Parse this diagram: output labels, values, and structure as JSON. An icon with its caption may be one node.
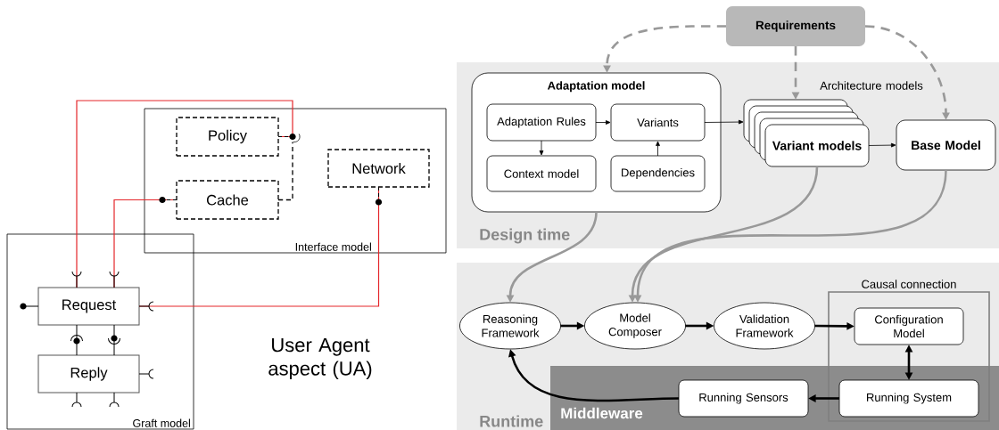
{
  "diagram": {
    "nodes": [
      {
        "text": [
          "Interface model"
        ]
      },
      {
        "text": [
          "Graft model"
        ]
      },
      {
        "text": [
          "Policy"
        ],
        "in": 0
      },
      {
        "text": [
          "Cache"
        ],
        "in": 0
      },
      {
        "text": [
          "Network"
        ],
        "in": 0
      },
      {
        "text": [
          "Request"
        ],
        "in": 1
      },
      {
        "text": [
          "Reply"
        ],
        "in": 1
      },
      {
        "text": [
          "Design time"
        ]
      },
      {
        "text": [
          "Runtime"
        ]
      },
      {
        "text": [
          "Middleware"
        ],
        "in": 8
      },
      {
        "text": [
          "Causal connection"
        ],
        "in": 8
      },
      {
        "text": [
          "Requirements"
        ]
      },
      {
        "text": [
          "Adaptation model"
        ],
        "in": 7
      },
      {
        "text": [
          "Adaptation Rules"
        ],
        "in": 12
      },
      {
        "text": [
          "Variants"
        ],
        "in": 12
      },
      {
        "text": [
          "Context model"
        ],
        "in": 12
      },
      {
        "text": [
          "Dependencies"
        ],
        "in": 12
      },
      {
        "text": [
          "Variant models"
        ],
        "in": 7
      },
      {
        "text": [
          "Base Model"
        ],
        "in": 7
      },
      {
        "text": [
          "Reasoning Framework"
        ],
        "in": 8
      },
      {
        "text": [
          "Model Composer"
        ],
        "in": 8
      },
      {
        "text": [
          "Validation Framework"
        ],
        "in": 8
      },
      {
        "text": [
          "Configuration Model"
        ],
        "in": 10
      },
      {
        "text": [
          "Running System"
        ]
      },
      {
        "text": [
          "Running Sensors"
        ],
        "in": 9
      }
    ],
    "edges": [
      {
        "from": 5,
        "to": 2,
        "arrow": "none",
        "color": "#e5262a"
      },
      {
        "from": 5,
        "to": 3,
        "arrow": "none",
        "color": "#e5262a"
      },
      {
        "from": 5,
        "to": 4,
        "arrow": "none",
        "color": "#e5262a"
      },
      {
        "from": 3,
        "to": 2,
        "arrow": "none",
        "style": "dashed"
      },
      {
        "from": 5,
        "to": 6,
        "arrow": "none"
      },
      {
        "from": 5,
        "to": 6,
        "arrow": "none"
      },
      {
        "from": 11,
        "to": 12,
        "arrow": "to",
        "style": "dashed",
        "color": "#999999"
      },
      {
        "from": 11,
        "to": 17,
        "arrow": "to",
        "style": "dashed",
        "color": "#999999"
      },
      {
        "from": 11,
        "to": 18,
        "arrow": "to",
        "style": "dashed",
        "color": "#999999"
      },
      {
        "from": 13,
        "to": 14,
        "arrow": "to"
      },
      {
        "from": 13,
        "to": 15,
        "arrow": "to"
      },
      {
        "from": 16,
        "to": 14,
        "arrow": "to"
      },
      {
        "from": 14,
        "to": 17,
        "arrow": "to"
      },
      {
        "from": 17,
        "to": 18,
        "arrow": "to"
      },
      {
        "from": 12,
        "to": 19,
        "arrow": "to",
        "color": "#999999"
      },
      {
        "from": 17,
        "to": 20,
        "arrow": "to",
        "color": "#999999"
      },
      {
        "from": 18,
        "to": 20,
        "arrow": "to",
        "color": "#999999"
      },
      {
        "from": 19,
        "to": 20,
        "arrow": "to"
      },
      {
        "from": 20,
        "to": 21,
        "arrow": "to"
      },
      {
        "from": 21,
        "to": 22,
        "arrow": "to"
      },
      {
        "from": 22,
        "to": 23,
        "arrow": "both"
      },
      {
        "from": 23,
        "to": 24,
        "arrow": "to"
      },
      {
        "from": 24,
        "to": 19,
        "arrow": "to"
      }
    ],
    "labels": [
      "User Agent aspect (UA)",
      "Architecture models"
    ]
  }
}
